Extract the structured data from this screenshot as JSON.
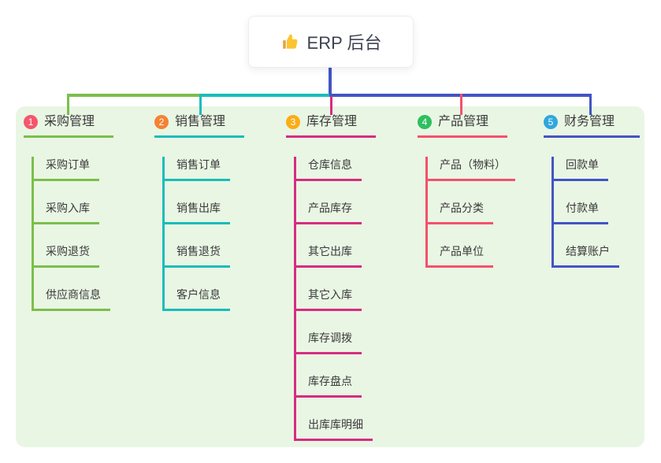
{
  "root": {
    "label": "ERP 后台",
    "icon": "thumbs-up-icon"
  },
  "colors": {
    "canvas_bg": "#ffffff",
    "panel_bg": "#e9f6e4",
    "root_text": "#3d4350",
    "node_text": "#3a3a3a"
  },
  "branches": [
    {
      "number": "1",
      "label": "采购管理",
      "badge_color": "#f4566b",
      "line_color": "#7cbe4b",
      "children": [
        "采购订单",
        "采购入库",
        "采购退货",
        "供应商信息"
      ]
    },
    {
      "number": "2",
      "label": "销售管理",
      "badge_color": "#f58233",
      "line_color": "#1abdb9",
      "children": [
        "销售订单",
        "销售出库",
        "销售退货",
        "客户信息"
      ]
    },
    {
      "number": "3",
      "label": "库存管理",
      "badge_color": "#fbad17",
      "line_color": "#d62d80",
      "children": [
        "仓库信息",
        "产品库存",
        "其它出库",
        "其它入库",
        "库存调拨",
        "库存盘点",
        "出库库明细"
      ]
    },
    {
      "number": "4",
      "label": "产品管理",
      "badge_color": "#2ebf5f",
      "line_color": "#f4516c",
      "children": [
        "产品（物料）",
        "产品分类",
        "产品单位"
      ]
    },
    {
      "number": "5",
      "label": "财务管理",
      "badge_color": "#2fa7df",
      "line_color": "#4255c4",
      "children": [
        "回款单",
        "付款单",
        "结算账户"
      ]
    }
  ]
}
